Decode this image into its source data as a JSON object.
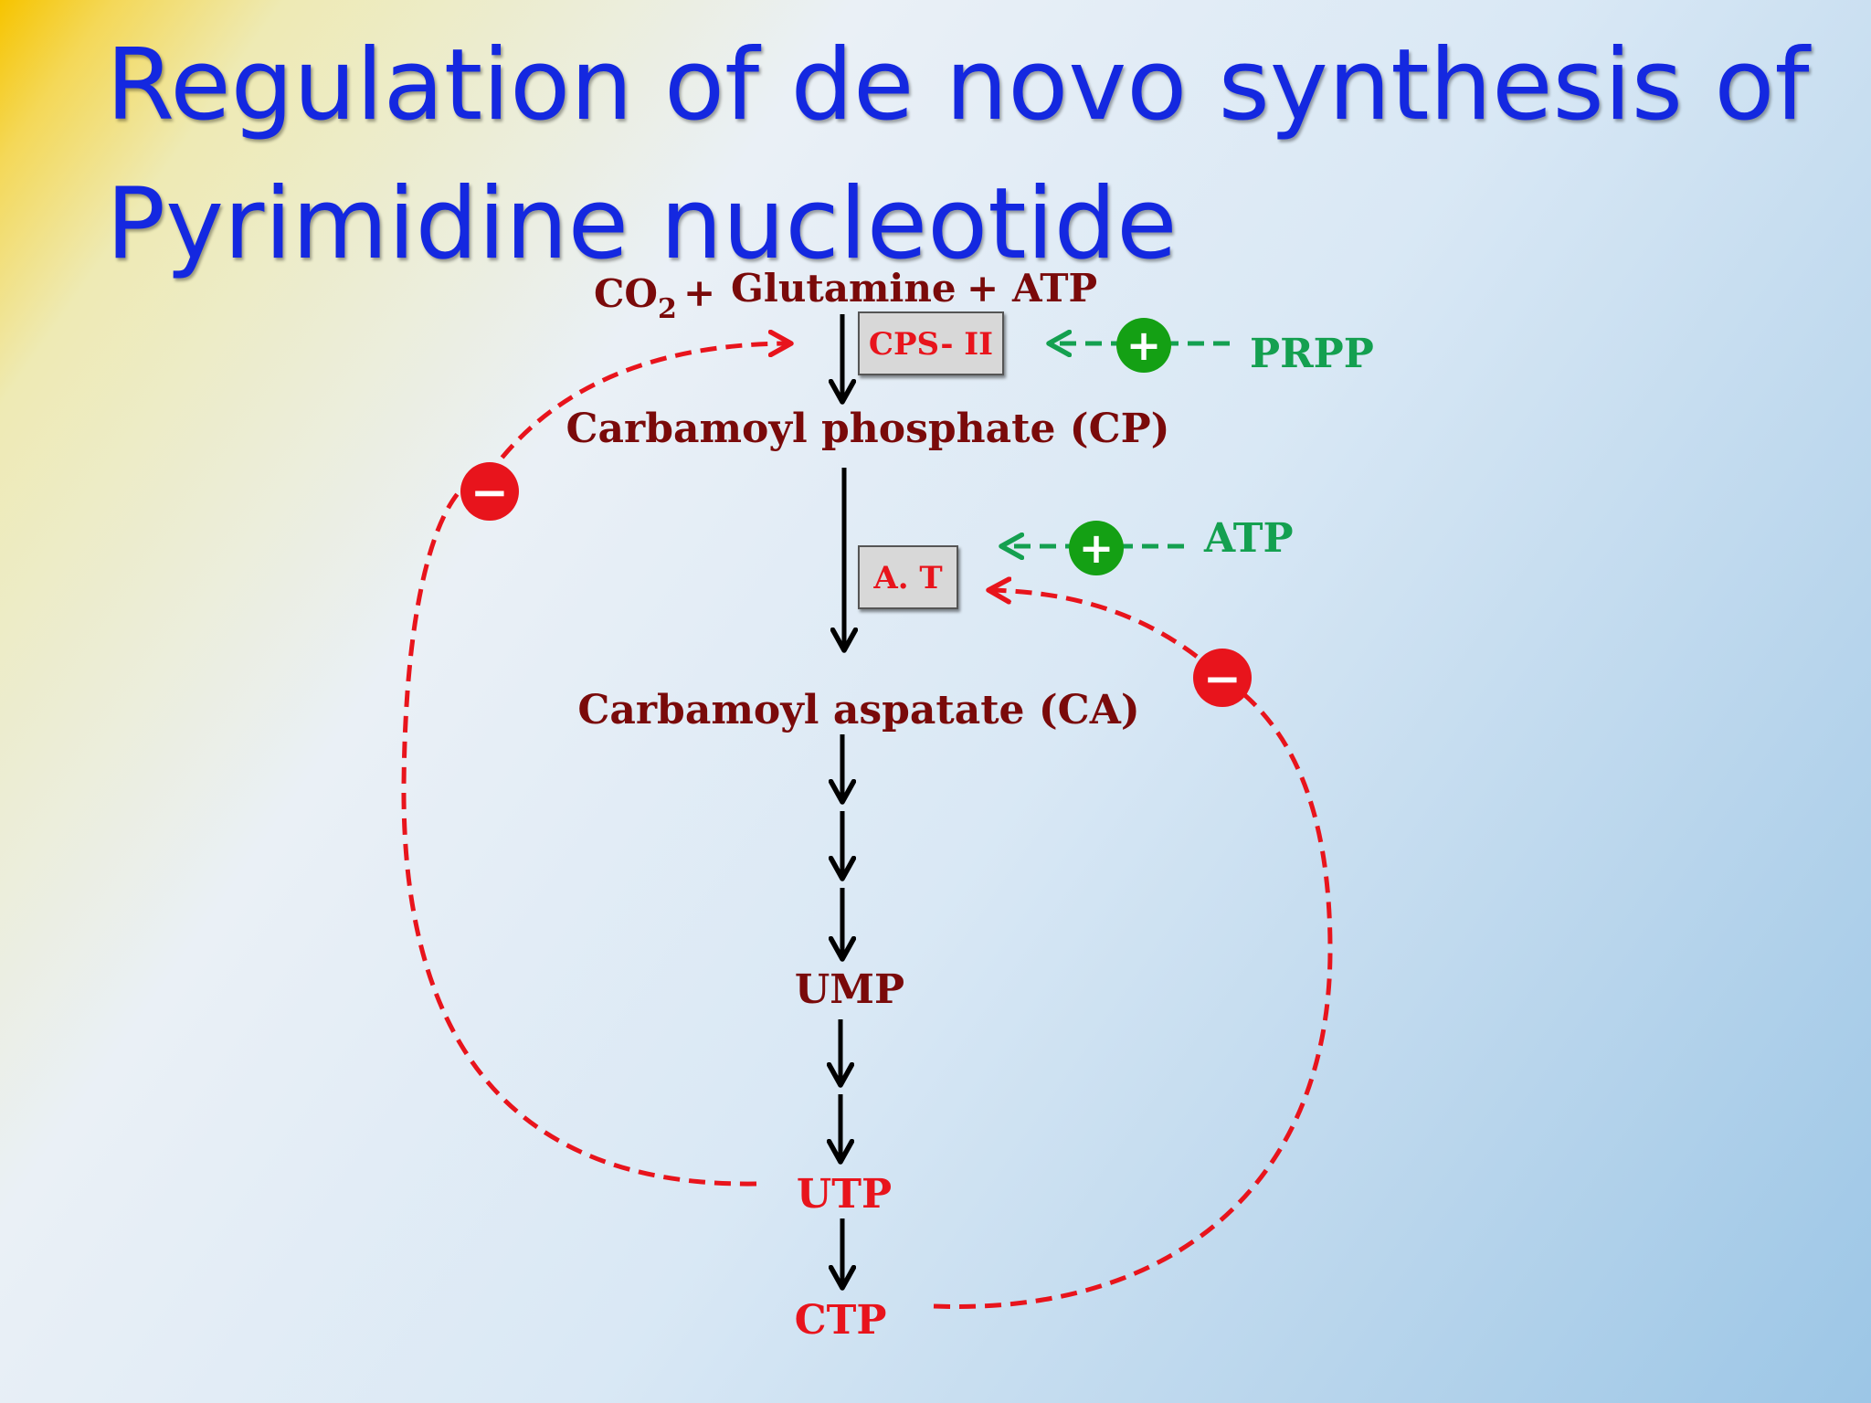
{
  "title": {
    "line1": "Regulation of de novo synthesis of",
    "line2": "Pyrimidine nucleotide"
  },
  "reactants": {
    "co2_main": "CO",
    "co2_sub": "2",
    "plus1": "+",
    "glutamine": "Glutamine",
    "plus2": "+",
    "atp": "ATP"
  },
  "enzymes": {
    "cps2": "CPS- II",
    "at": "A. T"
  },
  "intermediates": {
    "cp": "Carbamoyl phosphate (CP)",
    "ca": "Carbamoyl aspatate (CA)",
    "ump": "UMP",
    "utp": "UTP",
    "ctp": "CTP"
  },
  "activators": {
    "prpp": "PRPP",
    "atp": "ATP"
  },
  "signs": {
    "plus": "+",
    "minus": "−"
  },
  "colors": {
    "title": "#1428e0",
    "pathway_text": "#7a0a0a",
    "inhibitor": "#e8141c",
    "activator": "#14a050",
    "arrow": "#000000"
  }
}
